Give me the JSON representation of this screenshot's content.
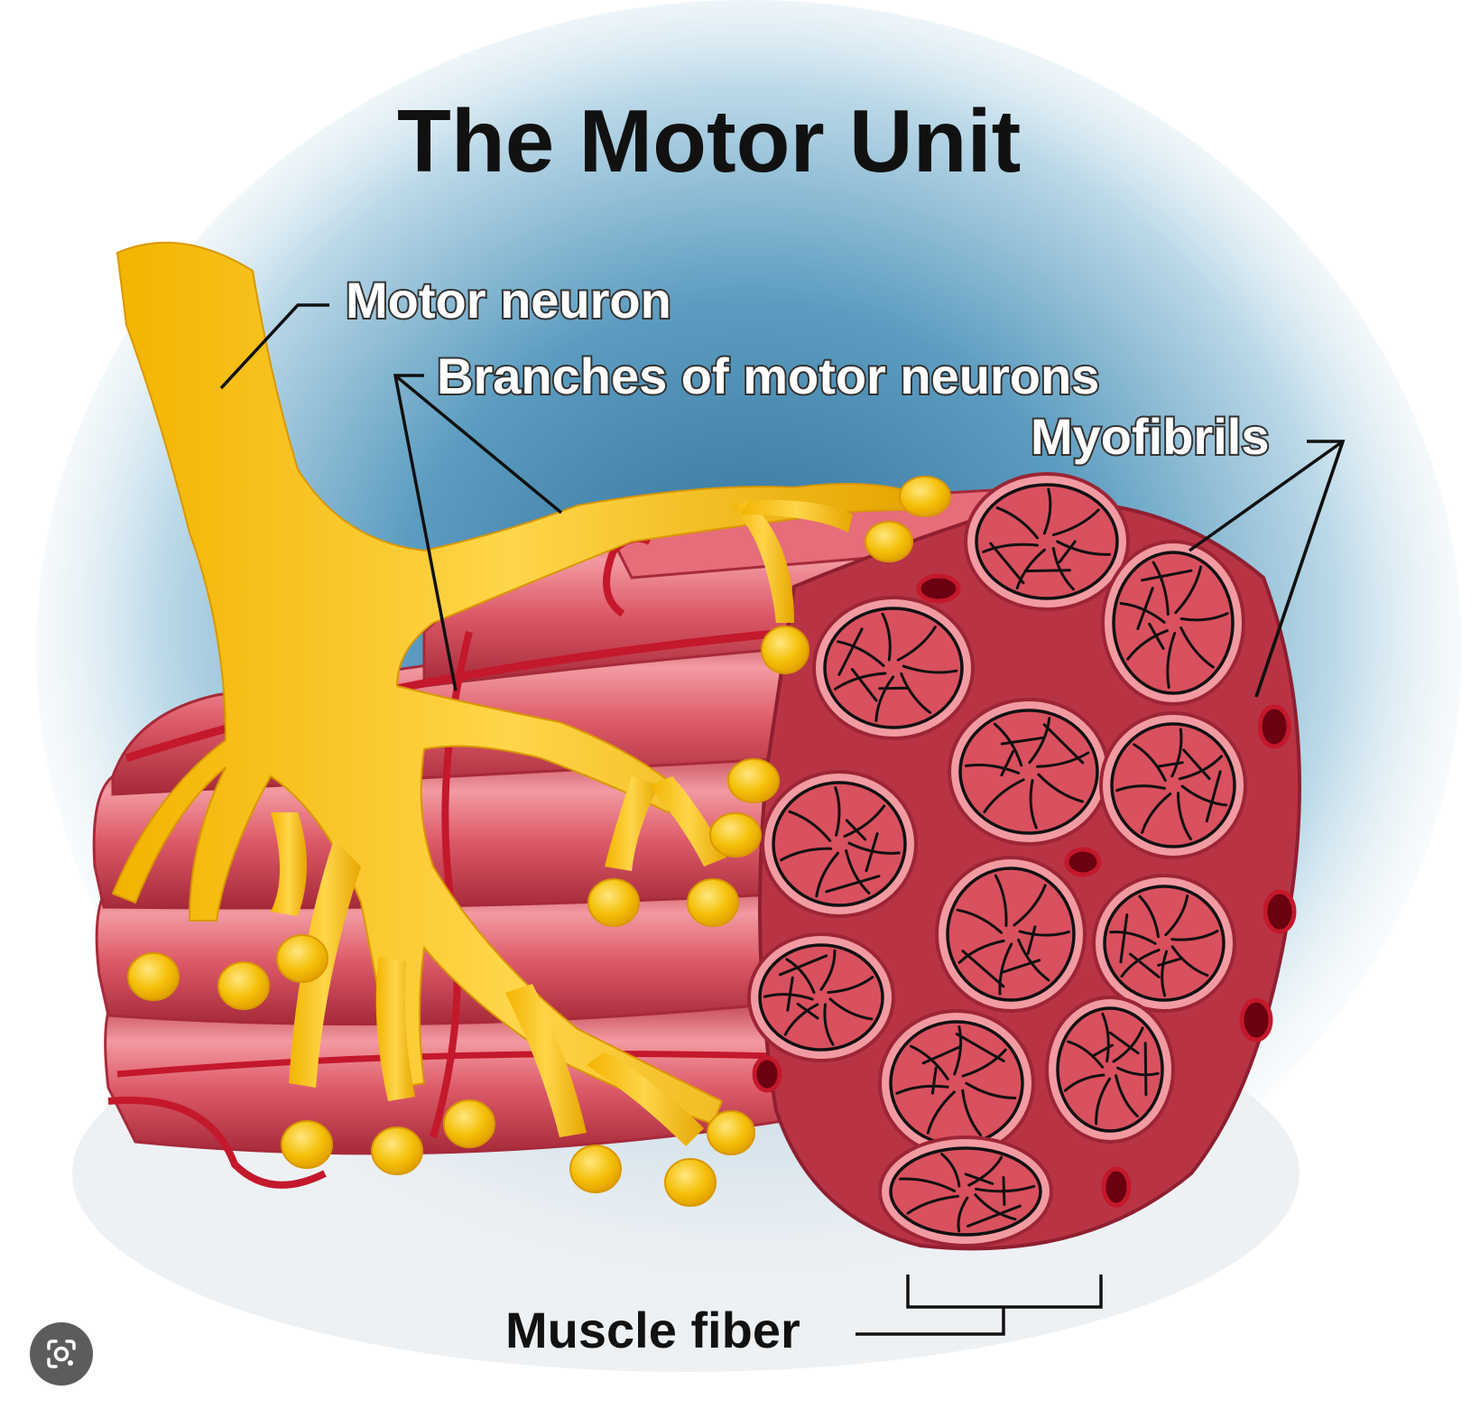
{
  "title": "The Motor Unit",
  "labels": {
    "motor_neuron": "Motor neuron",
    "branches": "Branches of motor neurons",
    "myofibrils": "Myofibrils",
    "muscle_fiber": "Muscle fiber"
  },
  "colors": {
    "neuron": "#f2b400",
    "neuron_light": "#ffd54a",
    "fiber": "#dd5a68",
    "fiber_highlight": "#f29aa2",
    "fiber_edge": "#b83445",
    "vessel": "#c4182c",
    "background_blue": "#4f8fb3"
  },
  "icons": {
    "lens": "google-lens-icon"
  }
}
